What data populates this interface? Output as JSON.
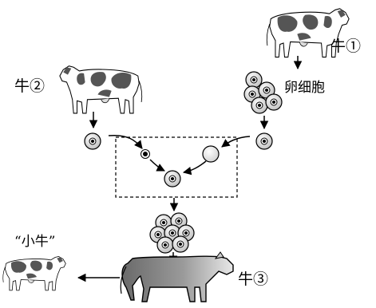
{
  "labels": {
    "cow1": "牛①",
    "cow2": "牛②",
    "cow3": "牛③",
    "egg_cells": "卵细胞",
    "calf": "“小牛”"
  },
  "colors": {
    "ink": "#000000",
    "cow_patch": "#555555",
    "cow_body": "#ffffff",
    "cow3_shade": "#8a8a8a"
  },
  "icons": [
    "cow-icon",
    "egg-cell-icon",
    "nucleus-icon",
    "early-embryo-icon",
    "arrow-icon"
  ]
}
